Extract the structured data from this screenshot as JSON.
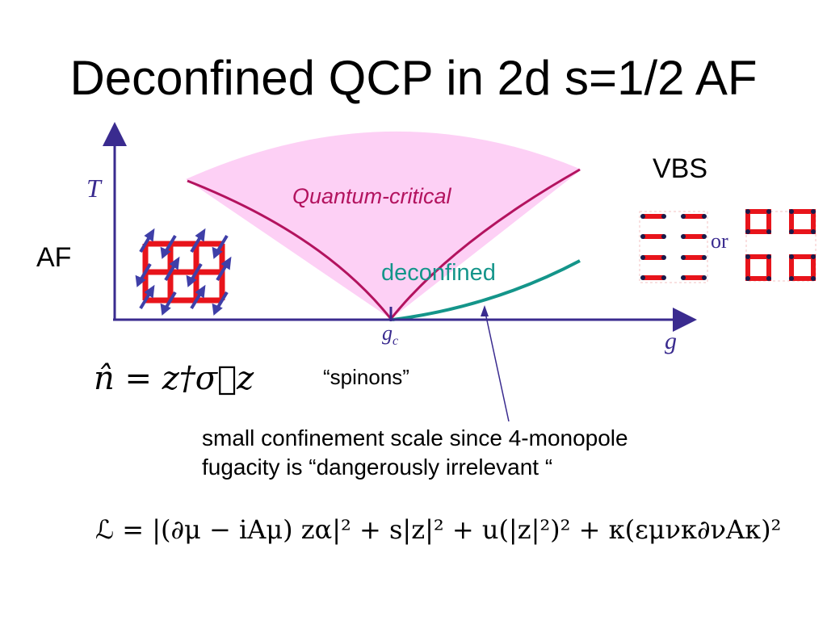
{
  "slide": {
    "title": "Deconfined QCP in 2d s=1/2 AF"
  },
  "diagram": {
    "axis_y_label": "T",
    "axis_x_label": "g",
    "critical_point_label": "g",
    "critical_point_subscript": "c",
    "quantum_critical_label": "Quantum-critical",
    "deconfined_label": "deconfined",
    "af_label": "AF",
    "vbs_label": "VBS",
    "or_label": "or",
    "spinons_label": "“spinons”",
    "annotation_line1": "small confinement scale since 4-monopole",
    "annotation_line2": "fugacity is “dangerously irrelevant “",
    "colors": {
      "axis": "#3a2b8f",
      "critical_fan_fill": "#fdd0f5",
      "critical_lines": "#b3135f",
      "deconfined_line": "#14958a",
      "bond_red": "#e8141b",
      "spin_arrow": "#3f3fa8",
      "dot": "#1a1a4a"
    }
  },
  "equations": {
    "order_parameter": "n̂ = z†σ⃗z",
    "lagrangian": "ℒ = |(∂μ − iAμ) zα|² + s|z|² + u(|z|²)² + κ(εμνκ∂νAκ)²"
  }
}
